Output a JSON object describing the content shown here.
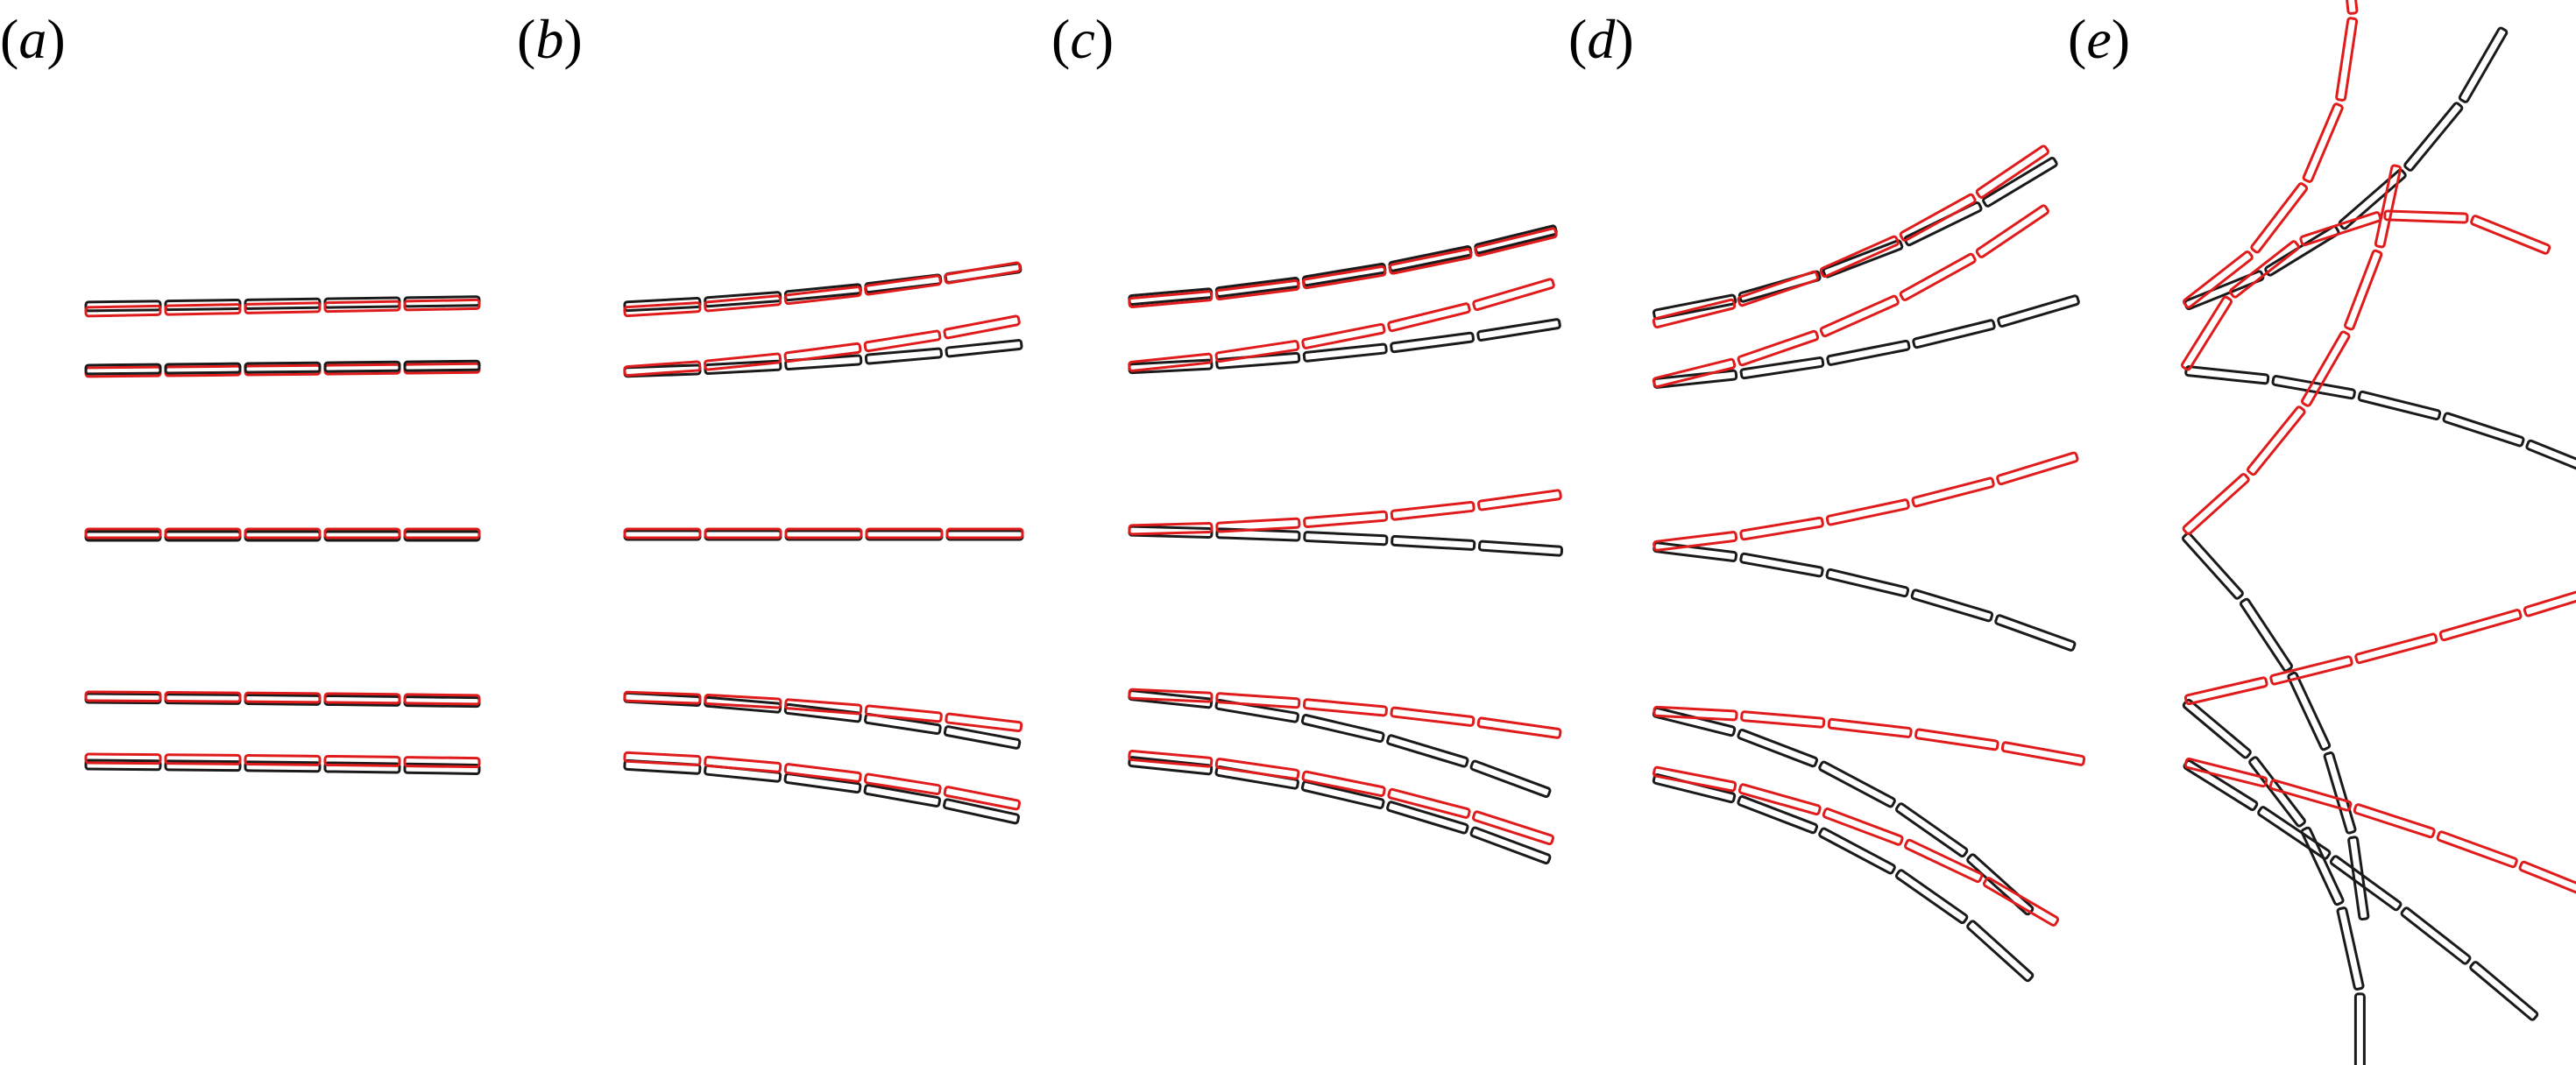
{
  "panels": [
    {
      "letter": "a",
      "open": "(",
      "close": ")"
    },
    {
      "letter": "b",
      "open": "(",
      "close": ")"
    },
    {
      "letter": "c",
      "open": "(",
      "close": ")"
    },
    {
      "letter": "d",
      "open": "(",
      "close": ")"
    },
    {
      "letter": "e",
      "open": "(",
      "close": ")"
    }
  ],
  "colors": {
    "black_chain": "#1a1a1a",
    "red_chain": "#e01b1b",
    "background": "#ffffff"
  },
  "segments_per_chain": 5,
  "chains_per_panel": 5
}
